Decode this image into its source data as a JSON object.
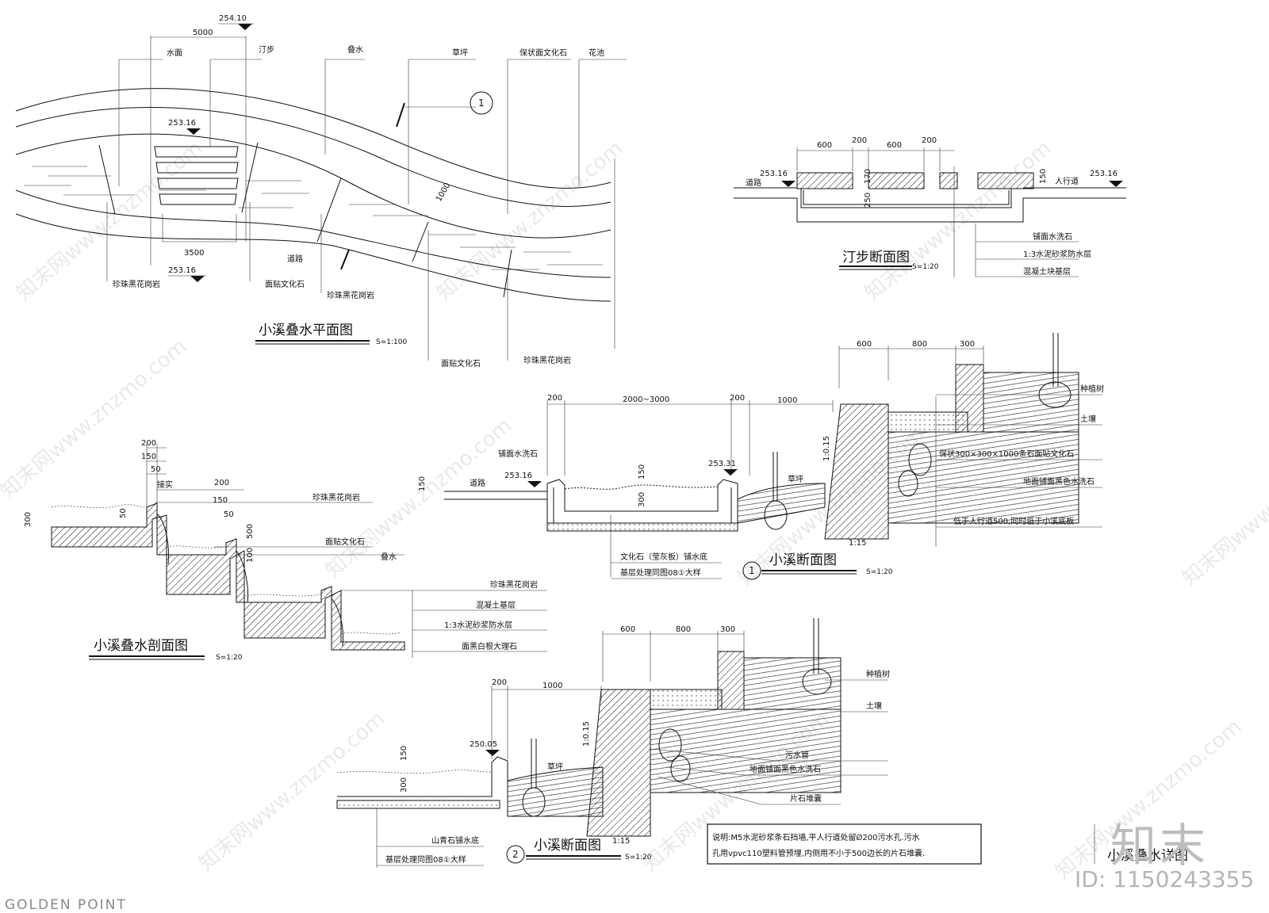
{
  "plan": {
    "title": "小溪叠水平面图",
    "scale": "S=1:100",
    "elev_top": "254.10",
    "elev_mid": "253.16",
    "elev_low": "253.16",
    "dim_top": "5000",
    "dim_bottom": "3500",
    "dim_diag": "1000",
    "section_mark": "1",
    "labels": {
      "shuimian": "水面",
      "tingbu": "汀步",
      "dieshui": "叠水",
      "caoping": "草坪",
      "baozhuang": "保状面文化石",
      "huachi": "花池",
      "daolu": "道路",
      "zhenzhu1": "珍珠黑花岗岩",
      "miantie1": "面贴文化石",
      "zhenzhu2": "珍珠黑花岗岩",
      "miantie2": "面贴文化石",
      "zhenzhu3": "珍珠黑花岗岩"
    }
  },
  "tingbu_section": {
    "title": "汀步断面图",
    "scale": "S=1:20",
    "dims": [
      "600",
      "200",
      "600",
      "200"
    ],
    "dim_v1": "170",
    "dim_v2": "250",
    "dim_v3": "150",
    "elev_left": "253.16",
    "elev_right": "253.16",
    "label_road": "道路",
    "label_walk": "人行道",
    "notes": [
      "铺面水洗石",
      "1:3水泥砂浆防水层",
      "混凝土块基层"
    ]
  },
  "section1": {
    "title": "小溪断面图",
    "number": "1",
    "scale": "S=1:20",
    "dims_top": [
      "600",
      "800",
      "300"
    ],
    "dims_mid": [
      "200",
      "2000~3000",
      "200",
      "1000"
    ],
    "dim_150": "150",
    "dim_300": "300",
    "dim_left": "150",
    "slope": "1:0.15",
    "slope2": "1:15",
    "elev_left": "253.16",
    "elev_right": "253.31",
    "label_road": "道路",
    "label_lawn": "草坪",
    "label_top": "铺面水洗石",
    "label_bottom1": "文化石（莹灰板）铺水底",
    "label_bottom2": "基层处理同图08①大样",
    "right_notes": [
      "种植树",
      "土壤",
      "保状300×300×1000条石面贴文化石",
      "地面铺面黑色水洗石",
      "低于人行道500,同时低于小溪底板"
    ]
  },
  "drop_section": {
    "title": "小溪叠水剖面图",
    "scale": "S=1:20",
    "dims": [
      "200",
      "150",
      "50",
      "200",
      "150",
      "50",
      "500",
      "100",
      "300",
      "50"
    ],
    "label_rise": "接实",
    "notes": [
      "珍珠黑花岗岩",
      "面贴文化石",
      "叠水",
      "珍珠黑花岗岩",
      "混凝土基层",
      "1:3水泥砂浆防水层",
      "面黑白根大理石"
    ]
  },
  "section2": {
    "title": "小溪断面图",
    "number": "2",
    "scale": "S=1:20",
    "dims_top": [
      "600",
      "800",
      "300"
    ],
    "dims_mid": [
      "200",
      "1000"
    ],
    "dim_150": "150",
    "dim_300": "300",
    "slope": "1:0.15",
    "slope2": "1:15",
    "elev": "250.05",
    "label_lawn": "草坪",
    "label_bottom1": "山青石铺水底",
    "label_bottom2": "基层处理同图08①大样",
    "right_notes": [
      "种植树",
      "土壤",
      "污水管",
      "地面铺面黑色水洗石",
      "片石堆囊"
    ]
  },
  "note": {
    "line1": "说明:M5水泥砂浆条石挡墙,平人行道处留Ø200污水孔.污水",
    "line2": "孔用vpvc110塑料管预埋,内侧用不小于500边长的片石堆囊."
  },
  "sheet": {
    "title": "小溪叠水详图",
    "logo_text": "知末",
    "id_text": "ID: 1150243355",
    "footer": "GOLDEN POINT",
    "watermark": "知末网www.znzmo.com"
  }
}
